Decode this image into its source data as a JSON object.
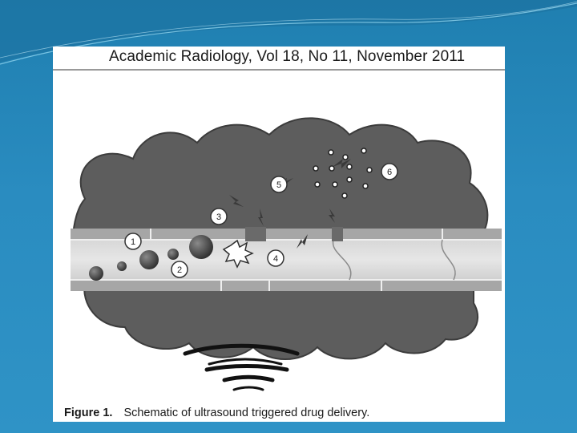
{
  "slide": {
    "background": "#2a8cc0",
    "accent": "#8fd3ee"
  },
  "figure": {
    "journal_header": "Academic Radiology, Vol 18, No 11, November 2011",
    "caption_label": "Figure 1.",
    "caption_text": "Schematic of ultrasound triggered drug delivery.",
    "markers": [
      "1",
      "2",
      "3",
      "4",
      "5",
      "6"
    ]
  }
}
